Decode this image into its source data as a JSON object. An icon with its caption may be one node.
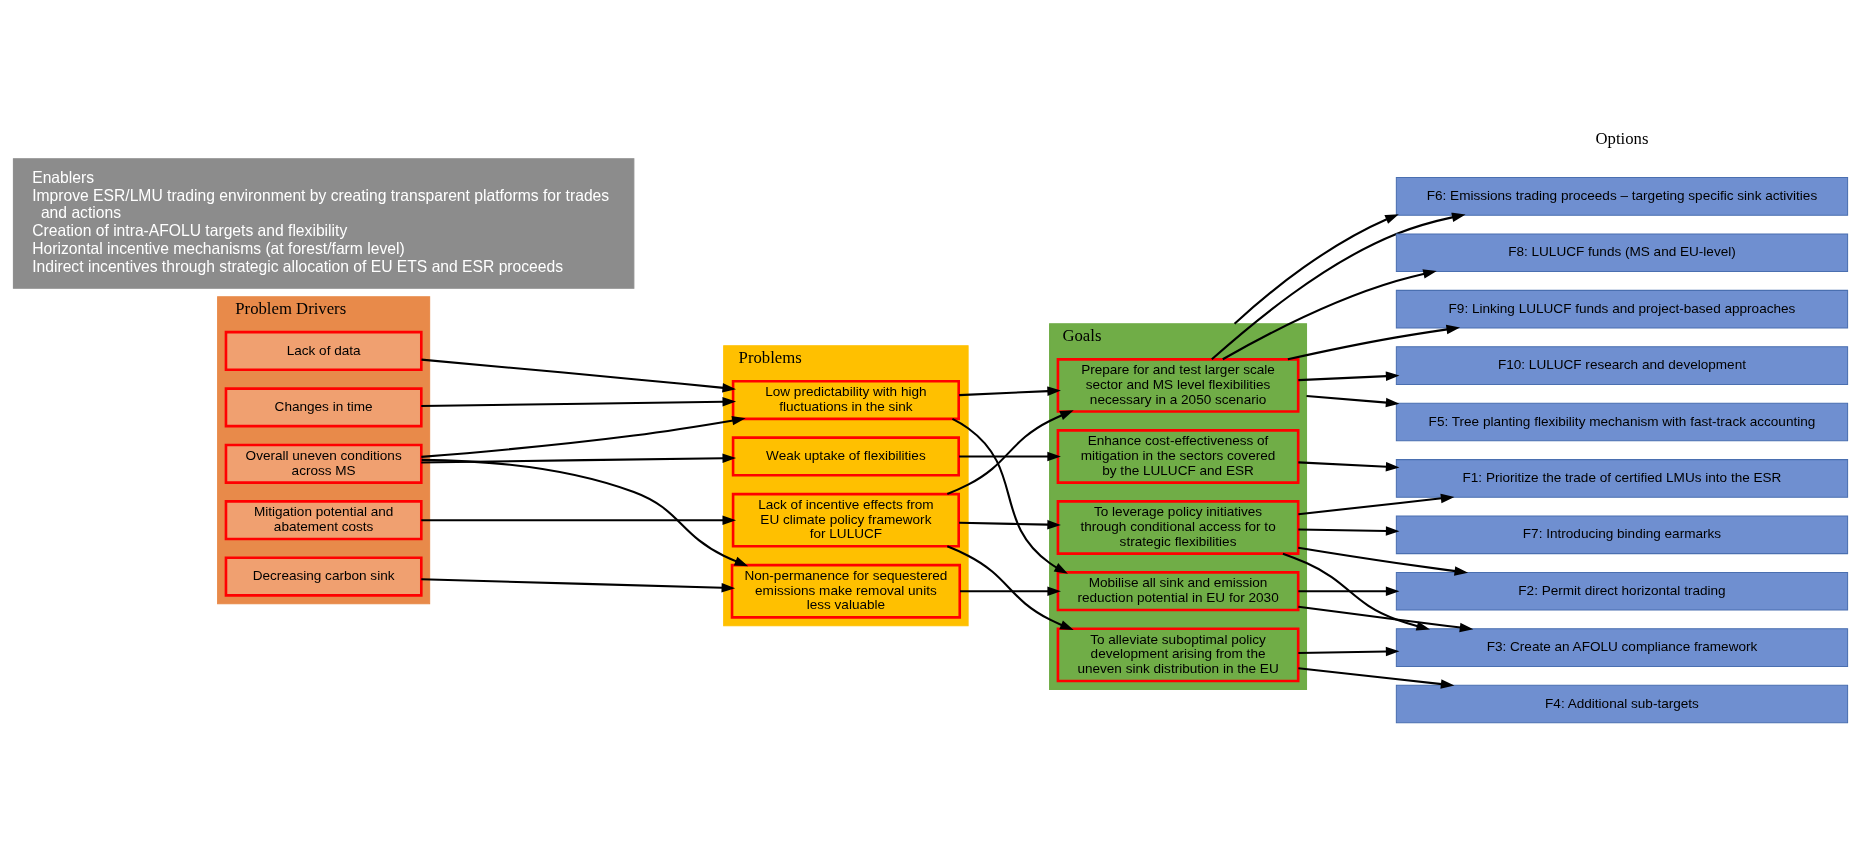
{
  "diagram": {
    "nodes": [
      {
        "text": [
          "Problem Drivers"
        ]
      },
      {
        "text": [
          "Overall uneven conditions across MS"
        ],
        "in": 0
      },
      {
        "text": [
          "Decreasing carbon sink"
        ],
        "in": 0
      },
      {
        "text": [
          "Lack of data"
        ],
        "in": 0
      },
      {
        "text": [
          "Mitigation potential and abatement costs"
        ],
        "in": 0
      },
      {
        "text": [
          "Changes in time"
        ],
        "in": 0
      },
      {
        "text": [
          "Problems"
        ]
      },
      {
        "text": [
          "Weak uptake of flexibilities"
        ],
        "in": 6
      },
      {
        "text": [
          "Non-permanence for sequestered emissions make removal units less valuable"
        ],
        "in": 6
      },
      {
        "text": [
          "Lack of incentive effects from EU climate policy framework for LULUCF"
        ],
        "in": 6
      },
      {
        "text": [
          "Low predictability with high fluctuations in the sink"
        ],
        "in": 6
      },
      {
        "text": [
          "Goals"
        ]
      },
      {
        "text": [
          "Mobilise all sink and emission reduction potential in EU for 2030"
        ],
        "in": 11
      },
      {
        "text": [
          "Enhance cost-effectiveness of mitigation in the sectors covered by the LULUCF and ESR"
        ],
        "in": 11
      },
      {
        "text": [
          "To leverage policy initiatives through conditional access for to strategic flexibilities"
        ],
        "in": 11
      },
      {
        "text": [
          "To alleviate suboptimal policy development arising from the uneven sink distribution in the EU"
        ],
        "in": 11
      },
      {
        "text": [
          "Prepare for and test larger scale sector and MS level flexibilities necessary in a 2050 scenario"
        ],
        "in": 11
      },
      {
        "text": [
          "F1: Prioritize the trade of certified LMUs into the ESR"
        ]
      },
      {
        "text": [
          "F2: Permit direct horizontal trading"
        ]
      },
      {
        "text": [
          "F3: Create an AFOLU compliance framework"
        ]
      },
      {
        "text": [
          "F4: Additional sub-targets"
        ]
      },
      {
        "text": [
          "F5: Tree planting flexibility mechanism with fast-track accounting"
        ]
      },
      {
        "text": [
          "F6: Emissions trading proceeds – targeting specific sink activities"
        ]
      },
      {
        "text": [
          "F7: Introducing binding earmarks"
        ]
      },
      {
        "text": [
          "F8: LULUCF funds (MS and EU-level)"
        ]
      },
      {
        "text": [
          "F9: Linking LULUCF funds and project-based approaches"
        ]
      },
      {
        "text": [
          "F10: LULUCF research and development"
        ]
      },
      {
        "text": [
          "Enablers",
          "Improve ESR/LMU trading environment by creating transparent platforms for trades and actions",
          "Creation of intra-AFOLU targets and flexibility",
          "Horizontal incentive mechanisms (at forest/farm level)",
          "Indirect incentives through strategic allocation of EU ETS and ESR proceeds"
        ]
      }
    ],
    "edges": [
      {
        "from": 1,
        "to": 7,
        "arrow": "to"
      },
      {
        "from": 1,
        "to": 8,
        "arrow": "to"
      },
      {
        "from": 1,
        "to": 10,
        "arrow": "to"
      },
      {
        "from": 2,
        "to": 8,
        "arrow": "to"
      },
      {
        "from": 3,
        "to": 10,
        "arrow": "to"
      },
      {
        "from": 4,
        "to": 9,
        "arrow": "to"
      },
      {
        "from": 5,
        "to": 10,
        "arrow": "to"
      },
      {
        "from": 7,
        "to": 13,
        "arrow": "to"
      },
      {
        "from": 8,
        "to": 12,
        "arrow": "to"
      },
      {
        "from": 9,
        "to": 14,
        "arrow": "to"
      },
      {
        "from": 9,
        "to": 15,
        "arrow": "to"
      },
      {
        "from": 9,
        "to": 16,
        "arrow": "to"
      },
      {
        "from": 10,
        "to": 12,
        "arrow": "to"
      },
      {
        "from": 10,
        "to": 16,
        "arrow": "to"
      },
      {
        "from": 12,
        "to": 18,
        "arrow": "to"
      },
      {
        "from": 12,
        "to": 19,
        "arrow": "to"
      },
      {
        "from": 13,
        "to": 17,
        "arrow": "to"
      },
      {
        "from": 14,
        "to": 17,
        "arrow": "to"
      },
      {
        "from": 14,
        "to": 18,
        "arrow": "to"
      },
      {
        "from": 14,
        "to": 19,
        "arrow": "to"
      },
      {
        "from": 14,
        "to": 23,
        "arrow": "to"
      },
      {
        "from": 15,
        "to": 19,
        "arrow": "to"
      },
      {
        "from": 15,
        "to": 20,
        "arrow": "to"
      },
      {
        "from": 16,
        "to": 22,
        "arrow": "to"
      },
      {
        "from": 16,
        "to": 24,
        "arrow": "to"
      },
      {
        "from": 16,
        "to": 25,
        "arrow": "to"
      },
      {
        "from": 16,
        "to": 26,
        "arrow": "to"
      },
      {
        "from": 11,
        "to": 21,
        "arrow": "to"
      },
      {
        "from": 11,
        "to": 22,
        "arrow": "to"
      }
    ],
    "labels": [
      "Options"
    ]
  }
}
